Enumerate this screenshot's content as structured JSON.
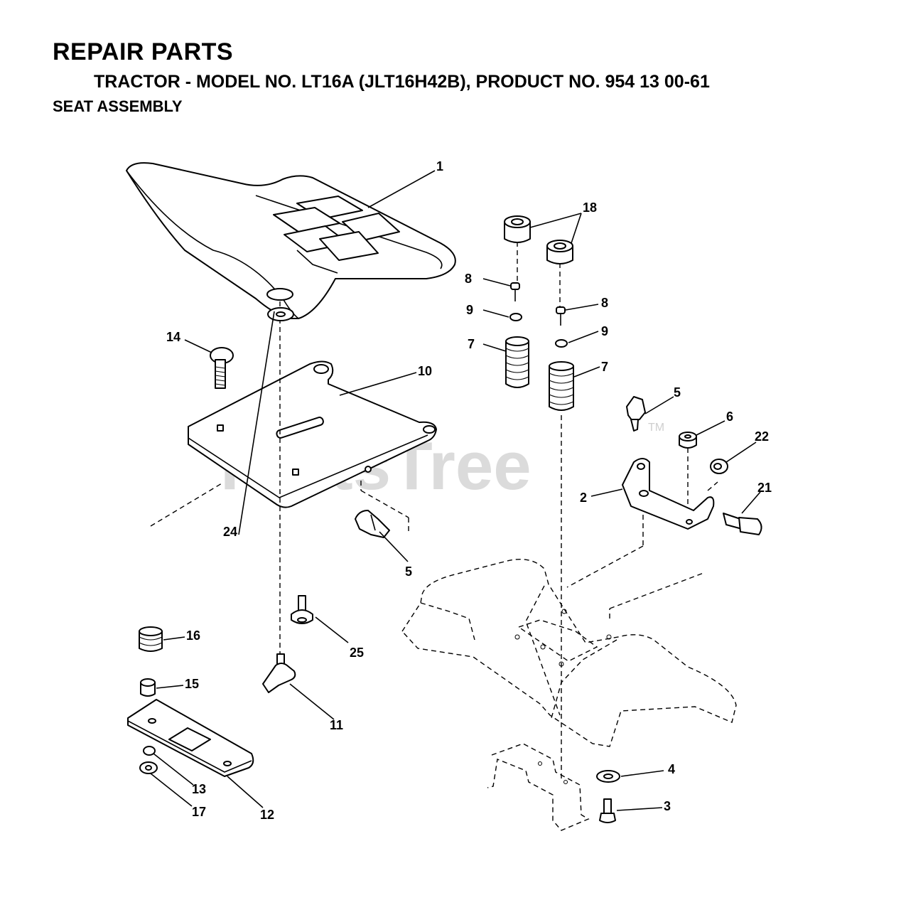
{
  "header": {
    "title": "REPAIR PARTS",
    "subtitle": "TRACTOR - MODEL NO. LT16A (JLT16H42B), PRODUCT NO. 954 13 00-61",
    "section": "SEAT ASSEMBLY"
  },
  "watermark": {
    "text": "PartsTree",
    "trademark": "TM"
  },
  "callouts": [
    "1",
    "18",
    "8",
    "9",
    "8",
    "7",
    "9",
    "7",
    "10",
    "14",
    "5",
    "6",
    "22",
    "21",
    "2",
    "24",
    "5",
    "25",
    "16",
    "15",
    "11",
    "13",
    "17",
    "12",
    "4",
    "3"
  ]
}
